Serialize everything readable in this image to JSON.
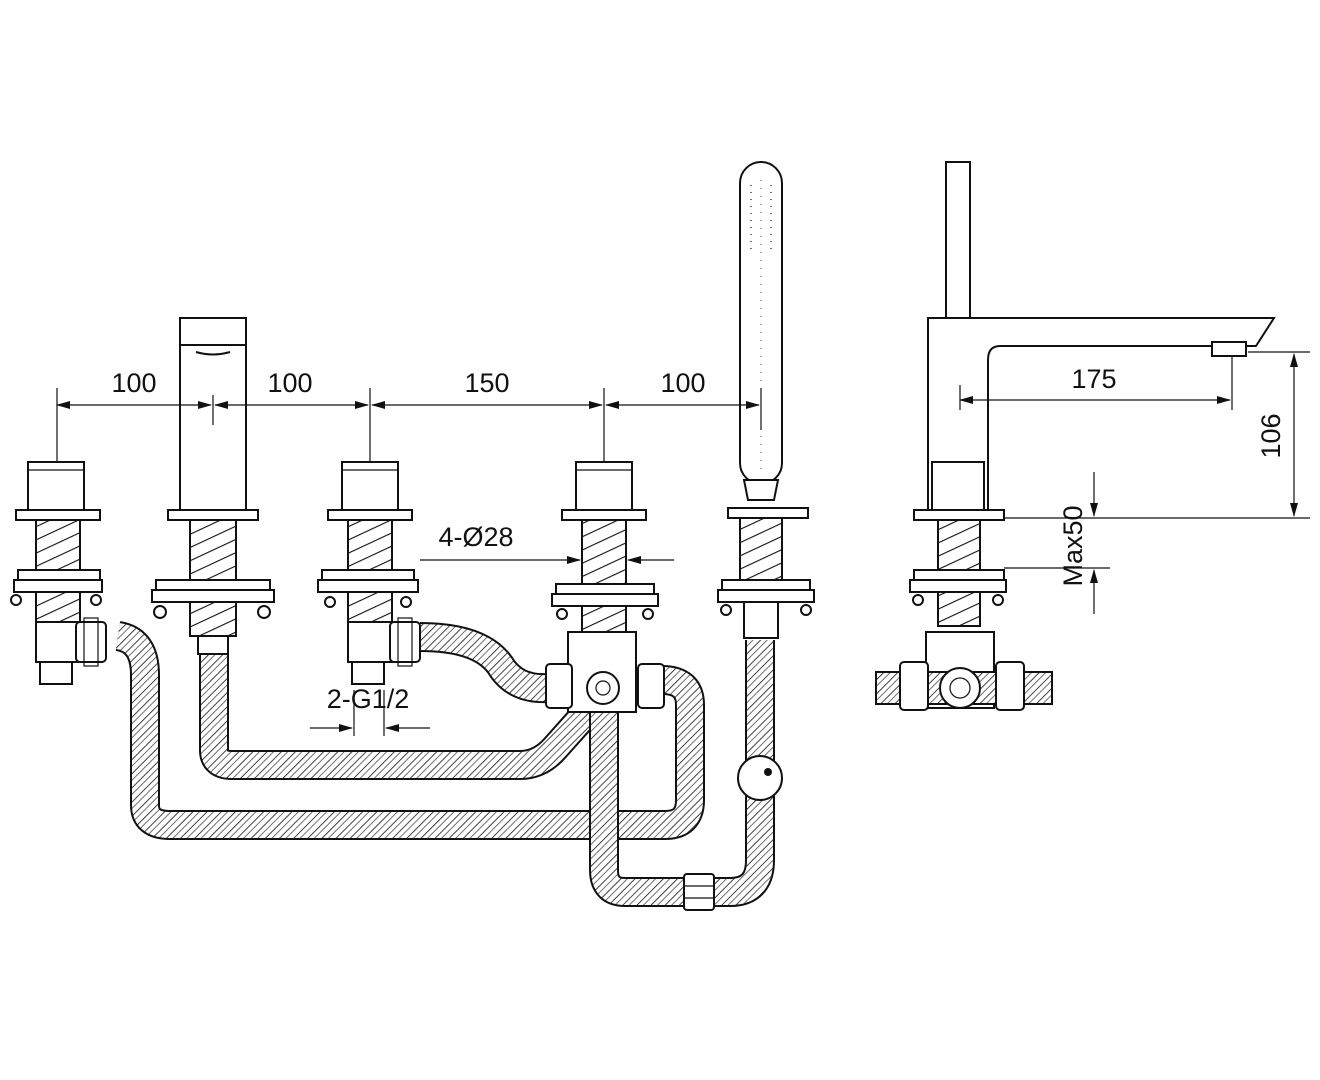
{
  "dimensions": {
    "spacing_1": "100",
    "spacing_2": "100",
    "spacing_3": "150",
    "spacing_4": "100",
    "hole_diameter": "4-Ø28",
    "connection_thread": "2-G1/2",
    "spout_reach": "175",
    "spout_height": "106",
    "deck_thickness": "Max50"
  },
  "colors": {
    "line": "#111111",
    "background": "#ffffff"
  }
}
